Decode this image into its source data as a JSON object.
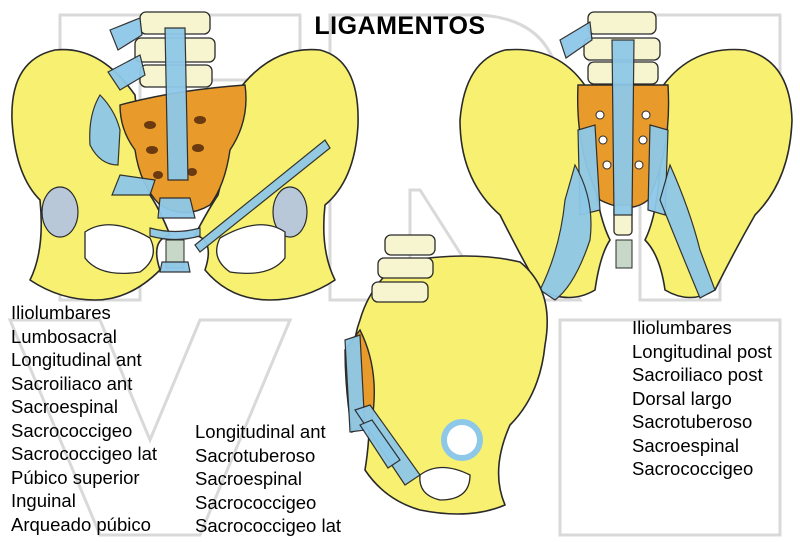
{
  "title": "LIGAMENTOS",
  "colors": {
    "bone": "#f7f070",
    "sacrum": "#e89a2a",
    "ligament": "#8ec8e8",
    "cartilage": "#c8d8c8",
    "outline": "#2a2a2a",
    "watermark": "#d9d9d9"
  },
  "views": {
    "anterior": {
      "labels": [
        "Iliolumbares",
        "Lumbosacral",
        "Longitudinal ant",
        "Sacroiliaco ant",
        "Sacroespinal",
        "Sacrococcigeo",
        "Sacrococcigeo lat",
        "Púbico superior",
        "Inguinal",
        "Arqueado púbico"
      ]
    },
    "lateral": {
      "labels": [
        "Longitudinal ant",
        "Sacrotuberoso",
        "Sacroespinal",
        "Sacrococcigeo",
        "Sacrococcigeo lat"
      ]
    },
    "posterior": {
      "labels": [
        "Iliolumbares",
        "Longitudinal post",
        "Sacroiliaco post",
        "Dorsal largo",
        "Sacrotuberoso",
        "Sacroespinal",
        "Sacrococcigeo"
      ]
    }
  }
}
